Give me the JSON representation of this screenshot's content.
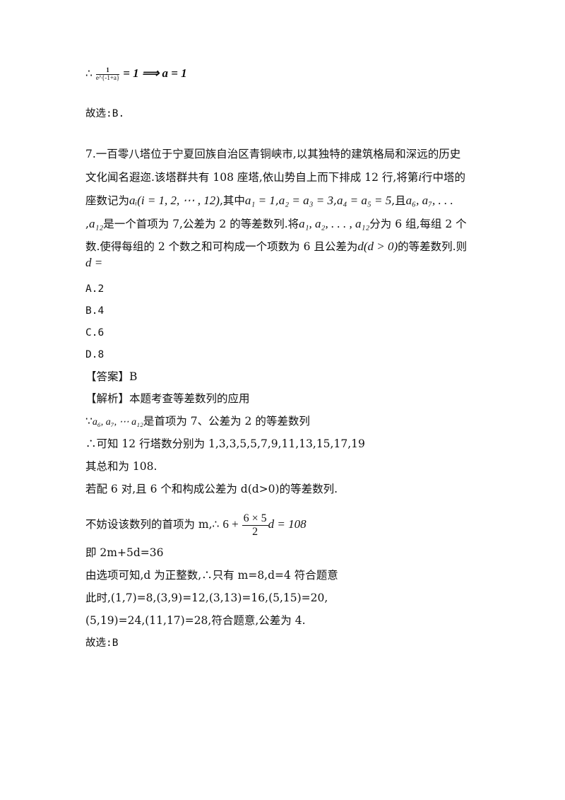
{
  "intro": {
    "therefore": "∴",
    "frac_num": "1",
    "frac_den": "e^{-1+a}",
    "rest": "= 1 ⟹ a = 1",
    "choice": "故选:B."
  },
  "q7": {
    "l1": "7.一百零八塔位于宁夏回族自治区青铜峡市,以其独特的建筑格局和深远的历史",
    "l2": "文化闻名遐迩.该塔群共有 108 座塔,依山势自上而下排成 12 行,将第",
    "l2_i": "i",
    "l2_tail": "行中塔的",
    "l3_a": "座数记为",
    "l3_math": "aᵢ(i = 1, 2, ⋯ , 12)",
    "l3_b": ",其中",
    "l3_math2": "a₁ = 1",
    "l3_math3": "a₂ = a₃ = 3",
    "l3_math4": "a₄ = a₅ = 5",
    "l3_c": ",且",
    "l3_math5": "a₆, a₇, . . .",
    "l4_a": ",",
    "l4_math": "a₁₂",
    "l4_b": "是一个首项为 7,公差为 2 的等差数列.将",
    "l4_math2": "a₁, a₂, . . . , a₁₂",
    "l4_c": "分为 6 组,每组 2 个",
    "l5_a": "数.使得每组的 2 个数之和可构成一个项数为 6 且公差为",
    "l5_math": "d(d > 0)",
    "l5_b": "的等差数列.则",
    "l6_math": "d =",
    "options": [
      "A.2",
      "B.4",
      "C.6",
      "D.8"
    ]
  },
  "answer": {
    "label": "【答案】B",
    "analysis": "【解析】本题考查等差数列的应用",
    "a1_pre": "∵",
    "a1_math": "a₆, a₇, ⋯ a₁₂",
    "a1_post": "是首项为 7、公差为 2 的等差数列",
    "a2": "∴可知 12 行塔数分别为 1,3,3,5,5,7,9,11,13,15,17,19",
    "a3": "其总和为 108.",
    "a4": "若配 6 对,且 6 个和构成公差为 d(d>0)的等差数列.",
    "a5_pre": "不妨设该数列的首项为 m,∴",
    "a5_six": "6 +",
    "a5_num": "6 × 5",
    "a5_den": "2",
    "a5_post": "d = 108",
    "a6": "即 2m+5d=36",
    "a7": "由选项可知,d 为正整数,∴只有 m=8,d=4 符合题意",
    "a8": "此时,(1,7)=8,(3,9)=12,(3,13)=16,(5,15)=20,",
    "a9": "(5,19)=24,(11,17)=28,符合题意,公差为 4.",
    "a10": "故选:B"
  }
}
